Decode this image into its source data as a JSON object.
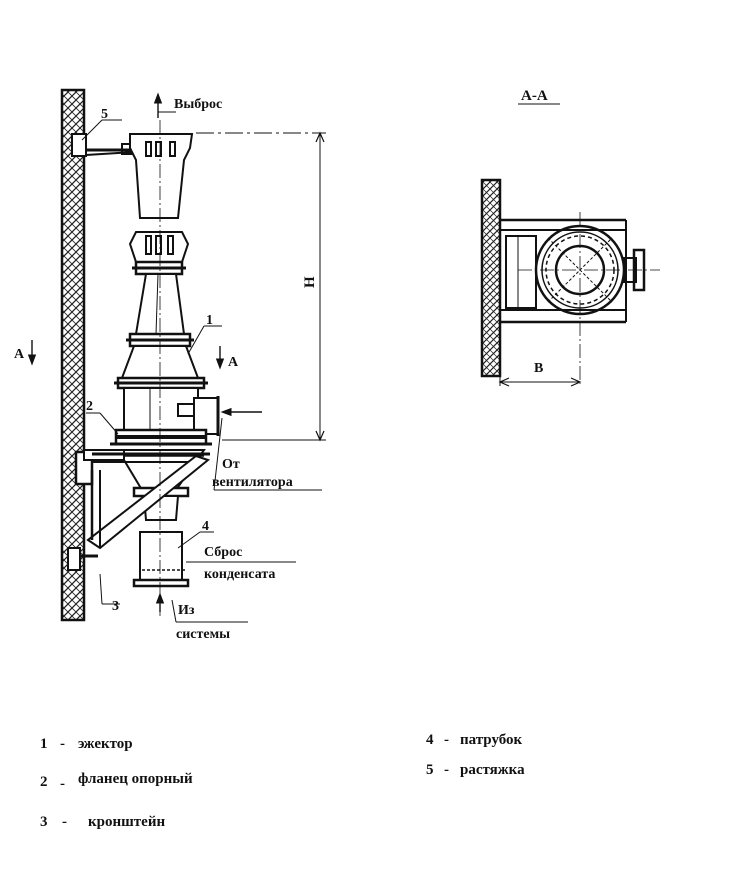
{
  "labels": {
    "vybros": "Выброс",
    "ot": "От",
    "ventilyatora": "вентилятора",
    "sbros": "Сброс",
    "kondensata": "конденсата",
    "iz": "Из",
    "sistemy": "системы",
    "section_title": "А-А",
    "section_mark": "А",
    "dim_h": "Н",
    "dim_b": "В",
    "callout_1": "1",
    "callout_2": "2",
    "callout_3": "3",
    "callout_4": "4",
    "callout_5": "5"
  },
  "legend": [
    {
      "num": "1",
      "dash": "-",
      "text": "эжектор"
    },
    {
      "num": "2",
      "dash": "-",
      "text": "фланец опорный"
    },
    {
      "num": "3",
      "dash": "-",
      "text": "кронштейн"
    },
    {
      "num": "4",
      "dash": "-",
      "text": "патрубок"
    },
    {
      "num": "5",
      "dash": "-",
      "text": "растяжка"
    }
  ]
}
